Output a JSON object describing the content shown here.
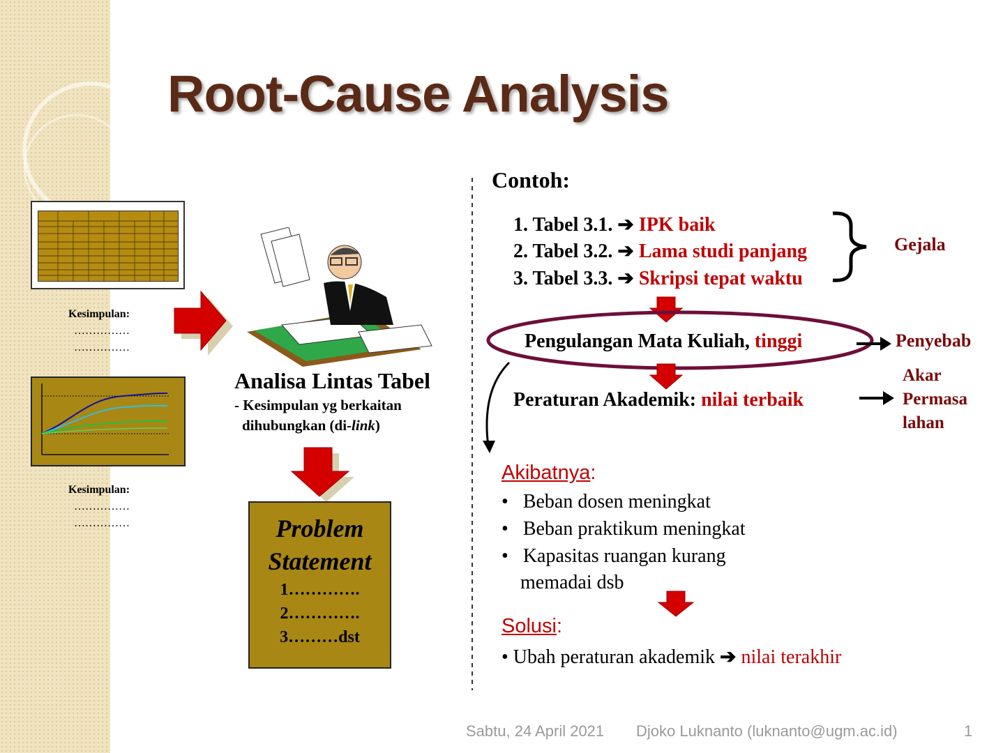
{
  "slide": {
    "title": "Root-Cause Analysis"
  },
  "left": {
    "conclusion1": {
      "label": "Kesimpulan:",
      "dots1": "……………",
      "dots2": "……………"
    },
    "conclusion2": {
      "label": "Kesimpulan:",
      "dots1": "……………",
      "dots2": "……………"
    }
  },
  "middle": {
    "heading": "Analisa Lintas Tabel",
    "sub_line1": "- Kesimpulan yg berkaitan",
    "sub_line2_pre": "dihubungkan (di-",
    "sub_line2_italic": "link",
    "sub_line2_post": ")",
    "problem_statement": {
      "title1": "Problem",
      "title2": "Statement",
      "item1": "1………….",
      "item2": "2………….",
      "item3": "3………dst"
    }
  },
  "right": {
    "contoh": "Contoh:",
    "symptoms": [
      {
        "label": "1. Tabel 3.1.",
        "result": "IPK baik"
      },
      {
        "label": "2. Tabel 3.2.",
        "result": "Lama studi panjang"
      },
      {
        "label": "3. Tabel 3.3.",
        "result": "Skripsi tepat waktu"
      }
    ],
    "gejala": "Gejala",
    "cause_label": "Pengulangan Mata Kuliah,",
    "cause_value": "tinggi",
    "penyebab": "Penyebab",
    "root_label": "Peraturan Akademik:",
    "root_value": "nilai terbaik",
    "akar": [
      "Akar",
      "Permasa",
      "lahan"
    ],
    "akibat_heading": "Akibatnya",
    "akibat_colon": ":",
    "akibat_items": [
      "Beban dosen meningkat",
      "Beban praktikum meningkat",
      "Kapasitas ruangan kurang",
      "memadai dsb"
    ],
    "solusi_heading": "Solusi",
    "solusi_colon": ":",
    "solusi_pre": "• Ubah peraturan akademik",
    "solusi_value": "nilai terakhir"
  },
  "footer": {
    "date": "Sabtu, 24 April 2021",
    "author": "Djoko Luknanto (luknanto@ugm.ac.id)",
    "page": "1"
  },
  "colors": {
    "title": "#5b2a17",
    "accent_red": "#c00000",
    "dark_red": "#7a0a0a",
    "gold": "#a88714",
    "ellipse": "#6e0f3a"
  }
}
